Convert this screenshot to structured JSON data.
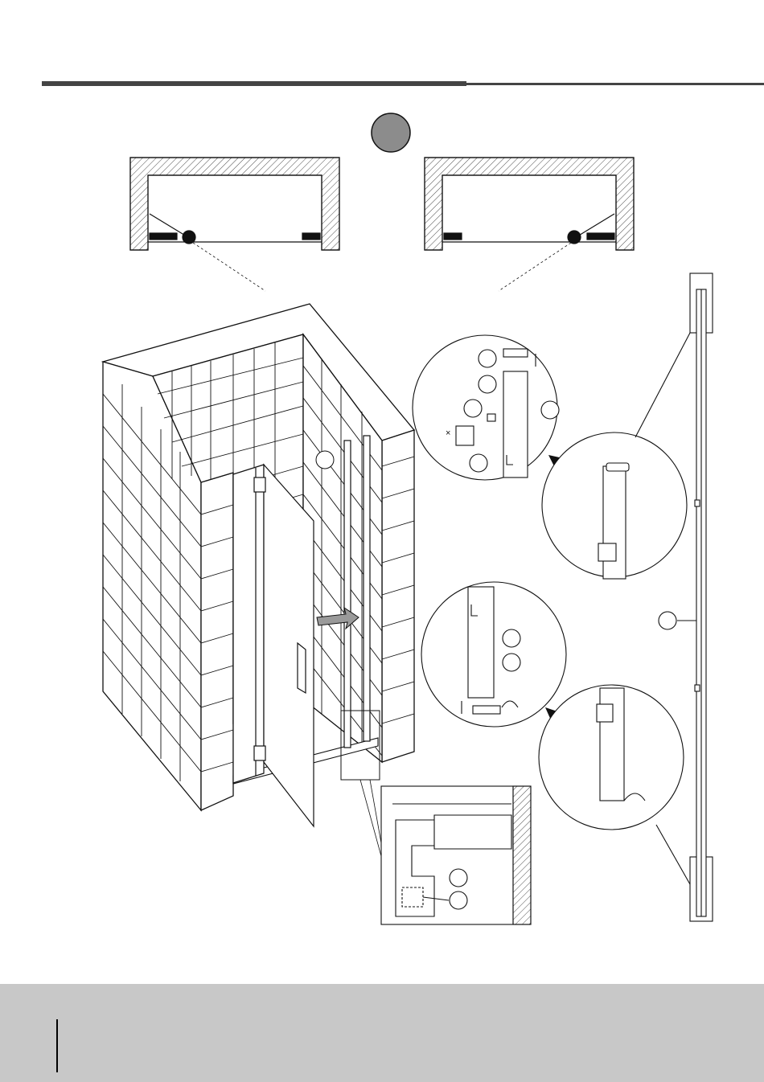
{
  "page": {
    "step_badge": {
      "label": "",
      "fill": "#8c8c8c"
    },
    "colors": {
      "header_rule": "#444444",
      "footer_band": "#c8c8c8",
      "line": "#111111",
      "arrow": "#9a9a9a"
    }
  },
  "diagram": {
    "plan_views": [
      {
        "name": "left-hinge",
        "hinge_side": "left"
      },
      {
        "name": "right-hinge",
        "hinge_side": "right"
      }
    ],
    "callouts": [
      {
        "name": "clip-cap",
        "label": ""
      },
      {
        "name": "profile-top",
        "label": ""
      },
      {
        "name": "nut",
        "label": ""
      },
      {
        "name": "profile-side",
        "label": ""
      },
      {
        "name": "bracket",
        "label": ""
      },
      {
        "name": "profile-main",
        "label": ""
      },
      {
        "name": "wall-profile",
        "label": ""
      },
      {
        "name": "bottom-cap",
        "label": ""
      },
      {
        "name": "bottom-seal",
        "label": ""
      },
      {
        "name": "seal-detail-a",
        "label": ""
      },
      {
        "name": "seal-detail-b",
        "label": ""
      }
    ]
  }
}
